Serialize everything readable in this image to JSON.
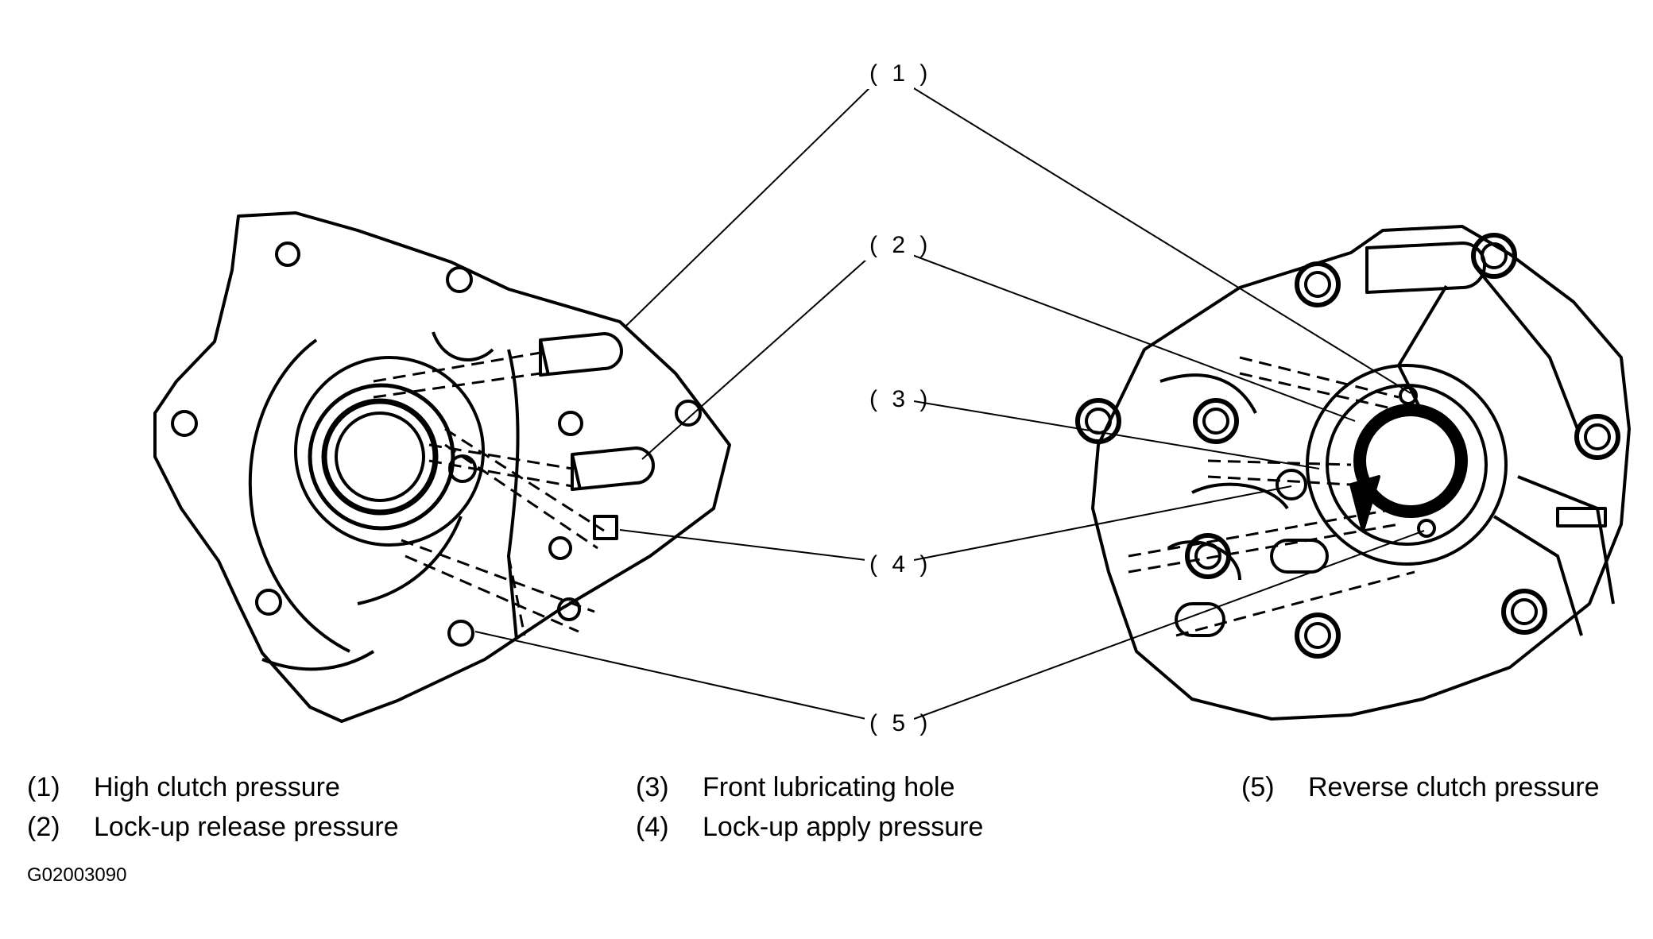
{
  "callouts": {
    "c1": "( 1 )",
    "c2": "( 2 )",
    "c3": "( 3 )",
    "c4": "( 4 )",
    "c5": "( 5 )"
  },
  "legend": [
    {
      "num": "(1)",
      "text": "High clutch pressure"
    },
    {
      "num": "(2)",
      "text": "Lock-up release pressure"
    },
    {
      "num": "(3)",
      "text": "Front lubricating hole"
    },
    {
      "num": "(4)",
      "text": "Lock-up apply pressure"
    },
    {
      "num": "(5)",
      "text": "Reverse clutch pressure"
    }
  ],
  "figure_id": "G02003090"
}
